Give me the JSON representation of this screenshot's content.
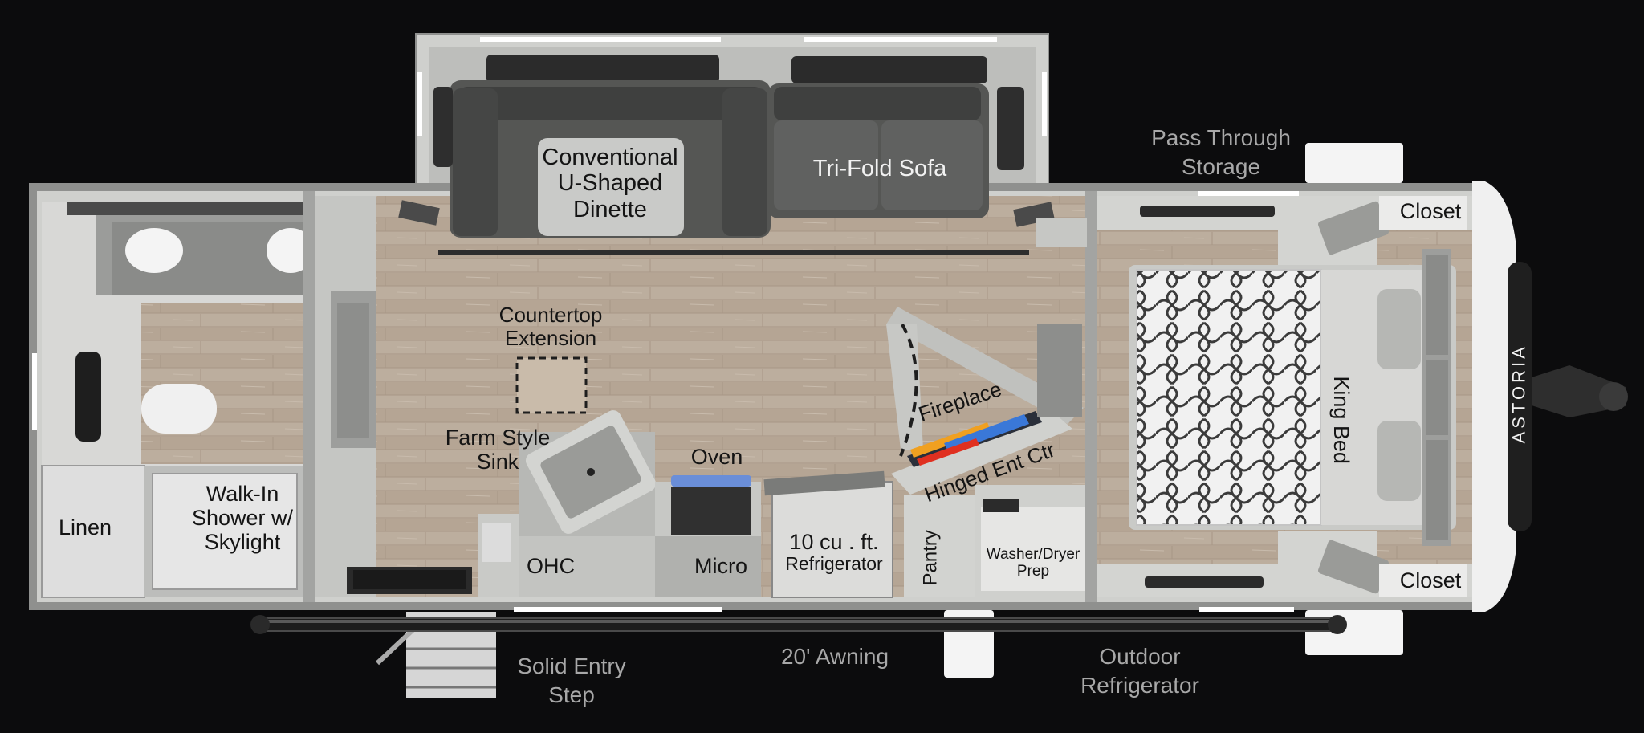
{
  "brand": "ASTORIA",
  "rooms": {
    "dinette": [
      "Conventional",
      "U-Shaped",
      "Dinette"
    ],
    "sofa": "Tri-Fold Sofa",
    "countertop": [
      "Countertop",
      "Extension"
    ],
    "fireplace": "Fireplace",
    "farm_sink": [
      "Farm Style",
      "Sink"
    ],
    "oven": "Oven",
    "hinged_ent": "Hinged Ent Ctr",
    "ohc": "OHC",
    "micro": "Micro",
    "refrigerator": [
      "10 cu . ft.",
      "Refrigerator"
    ],
    "pantry": "Pantry",
    "washer_dryer": [
      "Washer/Dryer",
      "Prep"
    ],
    "linen": "Linen",
    "shower": [
      "Walk-In",
      "Shower w/",
      "Skylight"
    ],
    "king_bed": "King Bed",
    "closet_top": "Closet",
    "closet_bottom": "Closet"
  },
  "exterior": {
    "pass_through": [
      "Pass Through",
      "Storage"
    ],
    "entry_step": [
      "Solid Entry",
      "Step"
    ],
    "awning": "20' Awning",
    "outdoor_fridge": [
      "Outdoor",
      "Refrigerator"
    ]
  },
  "colors": {
    "background": "#0c0c0d",
    "wall": "#cfd0cd",
    "floor": "#b9aa9a",
    "sofa": "#4a4b4a",
    "counter": "#c4c5c2",
    "bed_pattern": "#3b3b3b"
  }
}
